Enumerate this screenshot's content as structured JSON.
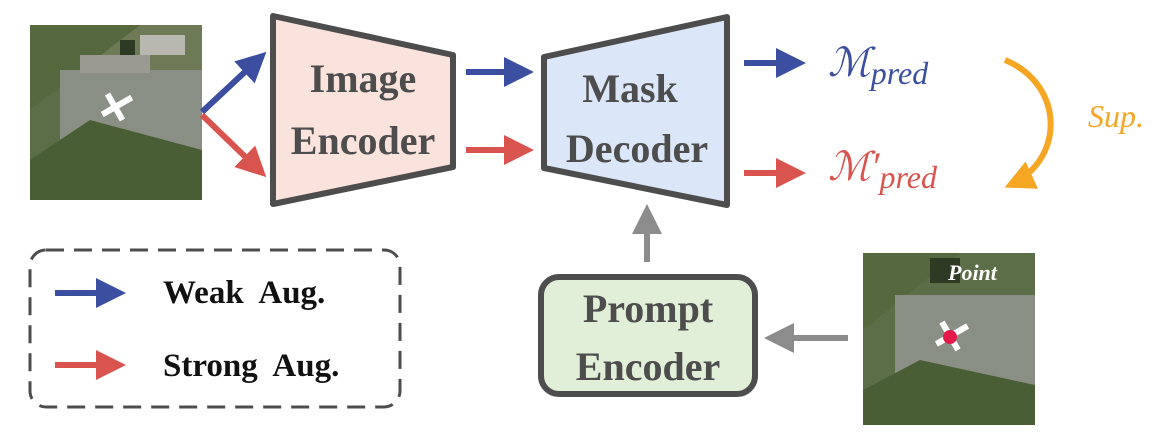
{
  "blocks": {
    "image_encoder": {
      "line1": "Image",
      "line2": "Encoder"
    },
    "mask_decoder": {
      "line1": "Mask",
      "line2": "Decoder"
    },
    "prompt_encoder": {
      "line1": "Prompt",
      "line2": "Encoder"
    }
  },
  "outputs": {
    "weak": {
      "symbol": "ℳ",
      "subscript": "pred"
    },
    "strong": {
      "symbol": "ℳ",
      "prime": "′",
      "subscript": "pred"
    }
  },
  "supervision_label": "Sup.",
  "point_label": "Point",
  "legend": {
    "weak": "Weak  Aug.",
    "strong": "Strong  Aug."
  },
  "colors": {
    "weak": "#3b4ea0",
    "strong": "#d9534f",
    "sup": "#f5a623",
    "image_encoder_fill": "#fbe3dd",
    "mask_decoder_fill": "#dbe6f8",
    "prompt_encoder_fill": "#e2efd8",
    "gray_arrow": "#8c8c8c"
  }
}
